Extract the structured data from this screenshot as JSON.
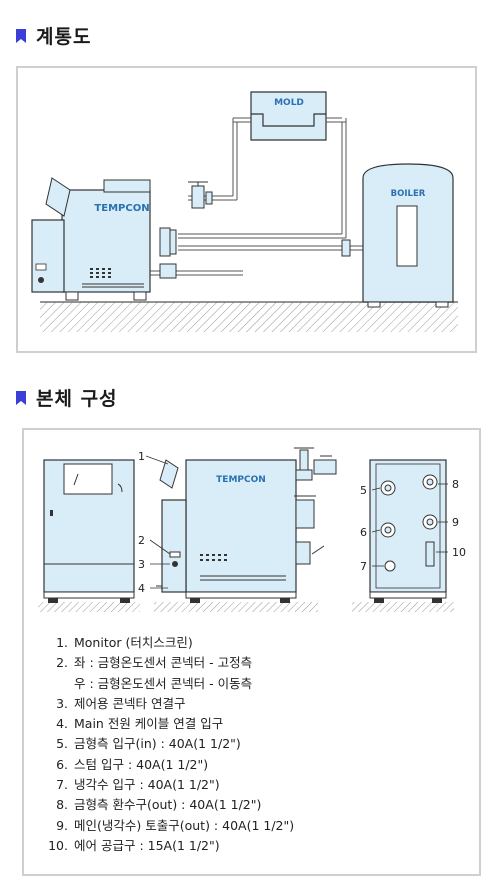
{
  "section1": {
    "title": "계통도"
  },
  "diagram1": {
    "mold_label": "MOLD",
    "boiler_label": "BOILER",
    "machine_brand": "TEMPCON"
  },
  "section2": {
    "title": "본체 구성"
  },
  "diagram2": {
    "machine_brand": "TEMPCON",
    "callouts": {
      "c1": "1",
      "c2": "2",
      "c3": "3",
      "c4": "4",
      "c5": "5",
      "c6": "6",
      "c7": "7",
      "c8": "8",
      "c9": "9",
      "c10": "10"
    }
  },
  "legend": [
    {
      "num": "1.",
      "text": "Monitor (터치스크린)"
    },
    {
      "num": "2.",
      "text": "좌 : 금형온도센서 콘넥터 - 고정측"
    },
    {
      "num": "",
      "text": "우 : 금형온도센서 콘넥터 - 이동측"
    },
    {
      "num": "3.",
      "text": "제어용 콘넥타 연결구"
    },
    {
      "num": "4.",
      "text": "Main 전원 케이블 연결 입구"
    },
    {
      "num": "5.",
      "text": "금형측 입구(in) : 40A(1 1/2\")"
    },
    {
      "num": "6.",
      "text": "스텀 입구 : 40A(1 1/2\")"
    },
    {
      "num": "7.",
      "text": "냉각수 입구 : 40A(1 1/2\")"
    },
    {
      "num": "8.",
      "text": "금형측 환수구(out) : 40A(1 1/2\")"
    },
    {
      "num": "9.",
      "text": "메인(냉각수) 토출구(out) : 40A(1 1/2\")"
    },
    {
      "num": "10.",
      "text": "에어 공급구 : 15A(1 1/2\")"
    }
  ],
  "colors": {
    "accent": "#3a3fd6",
    "machine_fill": "#d8edf7",
    "line": "#333333"
  }
}
